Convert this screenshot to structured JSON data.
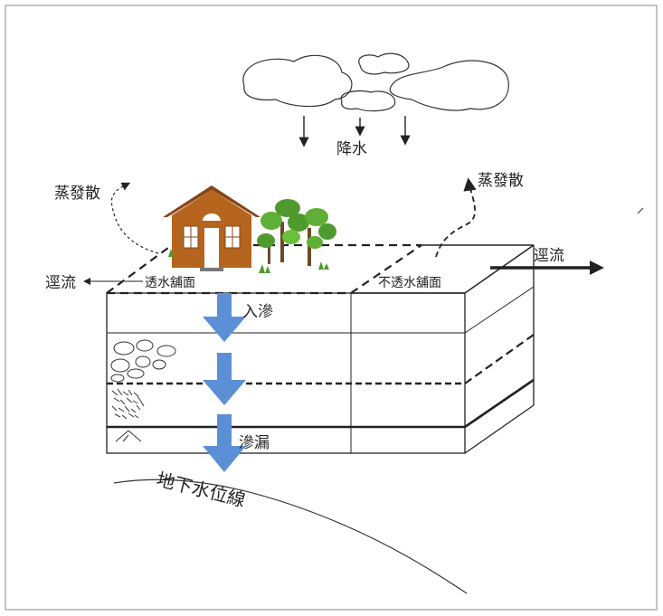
{
  "labels": {
    "precipitation": "降水",
    "evapotranspiration_left": "蒸發散",
    "evapotranspiration_right": "蒸發散",
    "runoff_left": "逕流",
    "runoff_right": "逕流",
    "permeable_pavement": "透水舖面",
    "impermeable_pavement": "不透水舖面",
    "infiltration": "入滲",
    "percolation": "滲漏",
    "groundwater_table": "地下水位線"
  },
  "colors": {
    "flow_arrow": "#5b8fd6",
    "house_wall": "#b5651d",
    "house_roof": "#8a4516",
    "tree_green": "#4f9a2e",
    "line": "#222222"
  }
}
